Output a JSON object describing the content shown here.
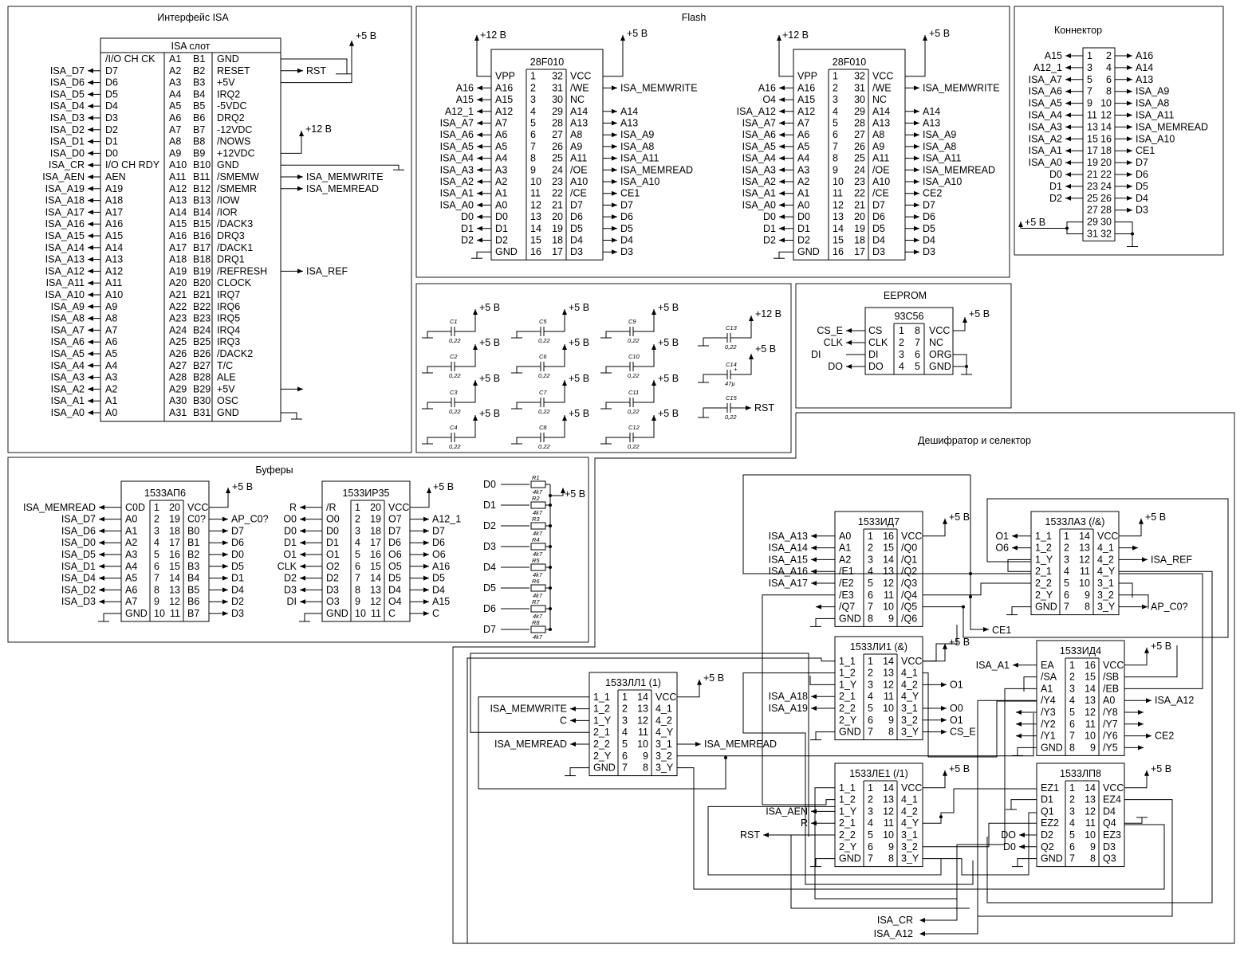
{
  "sections": {
    "isa": "Интерфейс ISA",
    "flash": "Flash",
    "connector": "Коннектор",
    "caps": "",
    "eeprom": "EEPROM",
    "buffers": "Буферы",
    "decoder": "Дешифратор и селектор"
  },
  "power": {
    "p5": "+5 В",
    "p12": "+12 В"
  },
  "isa_slot": {
    "title": "ISA слот",
    "left_signals": [
      "",
      "ISA_D7",
      "ISA_D6",
      "ISA_D5",
      "ISA_D4",
      "ISA_D3",
      "ISA_D2",
      "ISA_D1",
      "ISA_D0",
      "ISA_CR",
      "ISA_AEN",
      "ISA_A19",
      "ISA_A18",
      "ISA_A17",
      "ISA_A16",
      "ISA_A15",
      "ISA_A14",
      "ISA_A13",
      "ISA_A12",
      "ISA_A11",
      "ISA_A10",
      "ISA_A9",
      "ISA_A8",
      "ISA_A7",
      "ISA_A6",
      "ISA_A5",
      "ISA_A4",
      "ISA_A3",
      "ISA_A2",
      "ISA_A1",
      "ISA_A0"
    ],
    "a_names": [
      "/I/O CH CK",
      "D7",
      "D6",
      "D5",
      "D4",
      "D3",
      "D2",
      "D1",
      "D0",
      "I/O CH RDY",
      "AEN",
      "A19",
      "A18",
      "A17",
      "A16",
      "A15",
      "A14",
      "A13",
      "A12",
      "A11",
      "A10",
      "A9",
      "A8",
      "A7",
      "A6",
      "A5",
      "A4",
      "A3",
      "A2",
      "A1",
      "A0"
    ],
    "a_pins": [
      "A1",
      "A2",
      "A3",
      "A4",
      "A5",
      "A6",
      "A7",
      "A8",
      "A9",
      "A10",
      "A11",
      "A12",
      "A13",
      "A14",
      "A15",
      "A16",
      "A17",
      "A18",
      "A19",
      "A20",
      "A21",
      "A22",
      "A23",
      "A24",
      "A25",
      "A26",
      "A27",
      "A28",
      "A29",
      "A30",
      "A31"
    ],
    "b_pins": [
      "B1",
      "B2",
      "B3",
      "B4",
      "B5",
      "B6",
      "B7",
      "B8",
      "B9",
      "B10",
      "B11",
      "B12",
      "B13",
      "B14",
      "B15",
      "B16",
      "B17",
      "B18",
      "B19",
      "B20",
      "B21",
      "B22",
      "B23",
      "B24",
      "B25",
      "B26",
      "B27",
      "B28",
      "B29",
      "B30",
      "B31"
    ],
    "b_names": [
      "GND",
      "RESET",
      "+5V",
      "IRQ2",
      "-5VDC",
      "DRQ2",
      "-12VDC",
      "/NOWS",
      "+12VDC",
      "GND",
      "/SMEMW",
      "/SMEMR",
      "/IOW",
      "/IOR",
      "/DACK3",
      "DRQ3",
      "/DACK1",
      "DRQ1",
      "/REFRESH",
      "CLOCK",
      "IRQ7",
      "IRQ6",
      "IRQ5",
      "IRQ4",
      "IRQ3",
      "/DACK2",
      "T/C",
      "ALE",
      "+5V",
      "OSC",
      "GND"
    ],
    "right_signals": {
      "rst": "RST",
      "memw": "ISA_MEMWRITE",
      "memr": "ISA_MEMREAD",
      "ref": "ISA_REF"
    }
  },
  "flash1": {
    "title": "28F010",
    "left_names": [
      "VPP",
      "A16",
      "A15",
      "A12",
      "A7",
      "A6",
      "A5",
      "A4",
      "A3",
      "A2",
      "A1",
      "A0",
      "D0",
      "D1",
      "D2",
      "GND"
    ],
    "left_nums": [
      "1",
      "2",
      "3",
      "4",
      "5",
      "6",
      "7",
      "8",
      "9",
      "10",
      "11",
      "12",
      "13",
      "14",
      "15",
      "16"
    ],
    "right_nums": [
      "32",
      "31",
      "30",
      "29",
      "28",
      "27",
      "26",
      "25",
      "24",
      "23",
      "22",
      "21",
      "20",
      "19",
      "18",
      "17"
    ],
    "right_names": [
      "VCC",
      "/WE",
      "NC",
      "A14",
      "A13",
      "A8",
      "A9",
      "A11",
      "/OE",
      "A10",
      "/CE",
      "D7",
      "D6",
      "D5",
      "D4",
      "D3"
    ],
    "left_signals": [
      "",
      "A16",
      "A15",
      "A12_1",
      "ISA_A7",
      "ISA_A6",
      "ISA_A5",
      "ISA_A4",
      "ISA_A3",
      "ISA_A2",
      "ISA_A1",
      "ISA_A0",
      "D0",
      "D1",
      "D2",
      ""
    ],
    "right_signals": [
      "",
      "ISA_MEMWRITE",
      "",
      "A14",
      "A13",
      "ISA_A9",
      "ISA_A8",
      "ISA_A11",
      "ISA_MEMREAD",
      "ISA_A10",
      "CE1",
      "D7",
      "D6",
      "D5",
      "D4",
      "D3"
    ]
  },
  "flash2": {
    "title": "28F010",
    "left_names": [
      "VPP",
      "A16",
      "A15",
      "A12",
      "A7",
      "A6",
      "A5",
      "A4",
      "A3",
      "A2",
      "A1",
      "A0",
      "D0",
      "D1",
      "D2",
      "GND"
    ],
    "left_nums": [
      "1",
      "2",
      "3",
      "4",
      "5",
      "6",
      "7",
      "8",
      "9",
      "10",
      "11",
      "12",
      "13",
      "14",
      "15",
      "16"
    ],
    "right_nums": [
      "32",
      "31",
      "30",
      "29",
      "28",
      "27",
      "26",
      "25",
      "24",
      "23",
      "22",
      "21",
      "20",
      "19",
      "18",
      "17"
    ],
    "right_names": [
      "VCC",
      "/WE",
      "NC",
      "A14",
      "A13",
      "A8",
      "A9",
      "A11",
      "/OE",
      "A10",
      "/CE",
      "D7",
      "D6",
      "D5",
      "D4",
      "D3"
    ],
    "left_signals": [
      "",
      "A16",
      "O4",
      "ISA_A12",
      "ISA_A7",
      "ISA_A6",
      "ISA_A5",
      "ISA_A4",
      "ISA_A3",
      "ISA_A2",
      "ISA_A1",
      "ISA_A0",
      "D0",
      "D1",
      "D2",
      ""
    ],
    "right_signals": [
      "",
      "ISA_MEMWRITE",
      "",
      "A14",
      "A13",
      "ISA_A9",
      "ISA_A8",
      "ISA_A11",
      "ISA_MEMREAD",
      "ISA_A10",
      "CE2",
      "D7",
      "D6",
      "D5",
      "D4",
      "D3"
    ]
  },
  "connector": {
    "left_nums": [
      "1",
      "3",
      "5",
      "7",
      "9",
      "11",
      "13",
      "15",
      "17",
      "19",
      "21",
      "23",
      "25",
      "27",
      "29",
      "31"
    ],
    "right_nums": [
      "2",
      "4",
      "6",
      "8",
      "10",
      "12",
      "14",
      "16",
      "18",
      "20",
      "22",
      "24",
      "26",
      "28",
      "30",
      "32"
    ],
    "left_signals": [
      "A15",
      "A12_1",
      "ISA_A7",
      "ISA_A6",
      "ISA_A5",
      "ISA_A4",
      "ISA_A3",
      "ISA_A2",
      "ISA_A1",
      "ISA_A0",
      "D0",
      "D1",
      "D2",
      "",
      "",
      ""
    ],
    "right_signals": [
      "A16",
      "A14",
      "A13",
      "ISA_A9",
      "ISA_A8",
      "ISA_A11",
      "ISA_MEMREAD",
      "ISA_A10",
      "CE1",
      "D7",
      "D6",
      "D5",
      "D4",
      "D3",
      "",
      ""
    ]
  },
  "capacitors": {
    "grid": [
      {
        "ref": "C1",
        "val": "0,22"
      },
      {
        "ref": "C2",
        "val": "0,22"
      },
      {
        "ref": "C3",
        "val": "0,22"
      },
      {
        "ref": "C4",
        "val": "0,22"
      },
      {
        "ref": "C5",
        "val": "0,22"
      },
      {
        "ref": "C6",
        "val": "0,22"
      },
      {
        "ref": "C7",
        "val": "0,22"
      },
      {
        "ref": "C8",
        "val": "0,22"
      },
      {
        "ref": "C9",
        "val": "0,22"
      },
      {
        "ref": "C10",
        "val": "0,22"
      },
      {
        "ref": "C11",
        "val": "0,22"
      },
      {
        "ref": "C12",
        "val": "0,22"
      }
    ],
    "c13": {
      "ref": "C13",
      "val": "0,22"
    },
    "c14": {
      "ref": "C14",
      "val": "47µ",
      "plus": "+"
    },
    "c15": {
      "ref": "C15",
      "val": "0,22",
      "net": "RST"
    }
  },
  "eeprom": {
    "title": "93C56",
    "left_names": [
      "CS",
      "CLK",
      "DI",
      "DO"
    ],
    "left_nums": [
      "1",
      "2",
      "3",
      "4"
    ],
    "right_nums": [
      "8",
      "7",
      "6",
      "5"
    ],
    "right_names": [
      "VCC",
      "NC",
      "ORG",
      "GND"
    ],
    "signals": [
      "CS_E",
      "CLK",
      "DI",
      "DO"
    ]
  },
  "buf1": {
    "title": "1533АП6",
    "left_names": [
      "C0D",
      "A0",
      "A1",
      "A2",
      "A3",
      "A4",
      "A5",
      "A6",
      "A7",
      "GND"
    ],
    "left_nums": [
      "1",
      "2",
      "3",
      "4",
      "5",
      "6",
      "7",
      "8",
      "9",
      "10"
    ],
    "right_nums": [
      "20",
      "19",
      "18",
      "17",
      "16",
      "15",
      "14",
      "13",
      "12",
      "11"
    ],
    "right_names": [
      "VCC",
      "C0?",
      "B0",
      "B1",
      "B2",
      "B3",
      "B4",
      "B5",
      "B6",
      "B7"
    ],
    "left_signals": [
      "ISA_MEMREAD",
      "ISA_D7",
      "ISA_D6",
      "ISA_D0",
      "ISA_D5",
      "ISA_D1",
      "ISA_D4",
      "ISA_D2",
      "ISA_D3",
      ""
    ],
    "right_signals": [
      "",
      "AP_C0?",
      "D7",
      "D6",
      "D0",
      "D5",
      "D1",
      "D4",
      "D2",
      "D3"
    ]
  },
  "buf2": {
    "title": "1533ИР35",
    "left_names": [
      "/R",
      "O0",
      "D0",
      "D1",
      "O1",
      "O2",
      "D2",
      "D3",
      "O3",
      "GND"
    ],
    "left_nums": [
      "1",
      "2",
      "3",
      "4",
      "5",
      "6",
      "7",
      "8",
      "9",
      "10"
    ],
    "right_nums": [
      "20",
      "19",
      "18",
      "17",
      "16",
      "15",
      "14",
      "13",
      "12",
      "11"
    ],
    "right_names": [
      "VCC",
      "O7",
      "D7",
      "D6",
      "O6",
      "O5",
      "D5",
      "D4",
      "O4",
      "C"
    ],
    "left_signals": [
      "R",
      "O0",
      "D0",
      "D1",
      "O1",
      "CLK",
      "D2",
      "D3",
      "DI",
      ""
    ],
    "right_signals": [
      "",
      "A12_1",
      "D7",
      "D6",
      "O6",
      "A16",
      "D5",
      "D4",
      "A15",
      "C"
    ]
  },
  "resistors": {
    "nets": [
      "D0",
      "D1",
      "D2",
      "D3",
      "D4",
      "D5",
      "D6",
      "D7"
    ],
    "refs": [
      "R1",
      "R2",
      "R3",
      "R4",
      "R5",
      "R6",
      "R7",
      "R8"
    ],
    "vals": [
      "4k7",
      "4k7",
      "4k7",
      "4k7",
      "4k7",
      "4k7",
      "4k7",
      "4k7"
    ]
  },
  "id7": {
    "title": "1533ИД7",
    "left_names": [
      "A0",
      "A1",
      "A2",
      "/E1",
      "/E2",
      "/E3",
      "/Q7",
      "GND"
    ],
    "left_nums": [
      "1",
      "2",
      "3",
      "4",
      "5",
      "6",
      "7",
      "8"
    ],
    "right_nums": [
      "16",
      "15",
      "14",
      "13",
      "12",
      "11",
      "10",
      "9"
    ],
    "right_names": [
      "VCC",
      "/Q0",
      "/Q1",
      "/Q2",
      "/Q3",
      "/Q4",
      "/Q5",
      "/Q6"
    ],
    "left_signals": [
      "ISA_A13",
      "ISA_A14",
      "ISA_A15",
      "ISA_A16",
      "ISA_A17",
      "",
      "",
      ""
    ]
  },
  "la3": {
    "title": "1533ЛА3 (/&)",
    "left_names": [
      "1_1",
      "1_2",
      "1_Y",
      "2_1",
      "2_2",
      "2_Y",
      "GND"
    ],
    "left_nums": [
      "1",
      "2",
      "3",
      "4",
      "5",
      "6",
      "7"
    ],
    "right_nums": [
      "14",
      "13",
      "12",
      "11",
      "10",
      "9",
      "8"
    ],
    "right_names": [
      "VCC",
      "4_1",
      "4_2",
      "4_Y",
      "3_1",
      "3_2",
      "3_Y"
    ],
    "left_signals": [
      "O1",
      "O6"
    ],
    "right_signals": {
      "ref": "ISA_REF",
      "apc0": "AP_C0?"
    },
    "ce1": "CE1"
  },
  "li1": {
    "title": "1533ЛИ1 (&)",
    "left_names": [
      "1_1",
      "1_2",
      "1_Y",
      "2_1",
      "2_2",
      "2_Y",
      "GND"
    ],
    "left_nums": [
      "1",
      "2",
      "3",
      "4",
      "5",
      "6",
      "7"
    ],
    "right_nums": [
      "14",
      "13",
      "12",
      "11",
      "10",
      "9",
      "8"
    ],
    "right_names": [
      "VCC",
      "4_1",
      "4_2",
      "4_Y",
      "3_1",
      "3_2",
      "3_Y"
    ],
    "left_signals": [
      "ISA_A18",
      "ISA_A19"
    ],
    "right_signals": [
      "O1",
      "O0",
      "O1",
      "CS_E"
    ]
  },
  "id4": {
    "title": "1533ИД4",
    "left_names": [
      "EA",
      "/SA",
      "A1",
      "/Y4",
      "/Y3",
      "/Y2",
      "/Y1",
      "GND"
    ],
    "left_nums": [
      "1",
      "2",
      "3",
      "4",
      "5",
      "6",
      "7",
      "8"
    ],
    "right_nums": [
      "16",
      "15",
      "14",
      "13",
      "12",
      "11",
      "10",
      "9"
    ],
    "right_names": [
      "VCC",
      "/SB",
      "/EB",
      "A0",
      "/Y8",
      "/Y7",
      "/Y6",
      "/Y5"
    ],
    "left_signals": [
      "ISA_A1"
    ],
    "right_signals": {
      "a0": "ISA_A12",
      "y6": "CE2"
    }
  },
  "ll1": {
    "title": "1533ЛЛ1 (1)",
    "left_names": [
      "1_1",
      "1_2",
      "1_Y",
      "2_1",
      "2_2",
      "2_Y",
      "GND"
    ],
    "left_nums": [
      "1",
      "2",
      "3",
      "4",
      "5",
      "6",
      "7"
    ],
    "right_nums": [
      "14",
      "13",
      "12",
      "11",
      "10",
      "9",
      "8"
    ],
    "right_names": [
      "VCC",
      "4_1",
      "4_2",
      "4_Y",
      "3_1",
      "3_2",
      "3_Y"
    ],
    "left_signals": [
      "ISA_MEMWRITE",
      "C",
      "ISA_MEMREAD"
    ],
    "right_signals": {
      "memr": "ISA_MEMREAD"
    }
  },
  "le1": {
    "title": "1533ЛЕ1 (/1)",
    "left_names": [
      "1_1",
      "1_2",
      "1_Y",
      "2_1",
      "2_2",
      "2_Y",
      "GND"
    ],
    "left_nums": [
      "1",
      "2",
      "3",
      "4",
      "5",
      "6",
      "7"
    ],
    "right_nums": [
      "14",
      "13",
      "12",
      "11",
      "10",
      "9",
      "8"
    ],
    "right_names": [
      "VCC",
      "4_1",
      "4_2",
      "4_Y",
      "3_1",
      "3_2",
      "3_Y"
    ],
    "left_signals": [
      "ISA_AEN",
      "R",
      "RST"
    ]
  },
  "lp8": {
    "title": "1533ЛП8",
    "left_names": [
      "EZ1",
      "D1",
      "Q1",
      "EZ2",
      "D2",
      "Q2",
      "GND"
    ],
    "left_nums": [
      "1",
      "2",
      "3",
      "4",
      "5",
      "6",
      "7"
    ],
    "right_nums": [
      "14",
      "13",
      "12",
      "11",
      "10",
      "9",
      "8"
    ],
    "right_names": [
      "VCC",
      "EZ4",
      "D4",
      "Q4",
      "EZ3",
      "D3",
      "Q3"
    ],
    "left_signals": [
      "DO",
      "D0"
    ]
  },
  "bottom_signals": {
    "cr": "ISA_CR",
    "a12": "ISA_A12"
  }
}
